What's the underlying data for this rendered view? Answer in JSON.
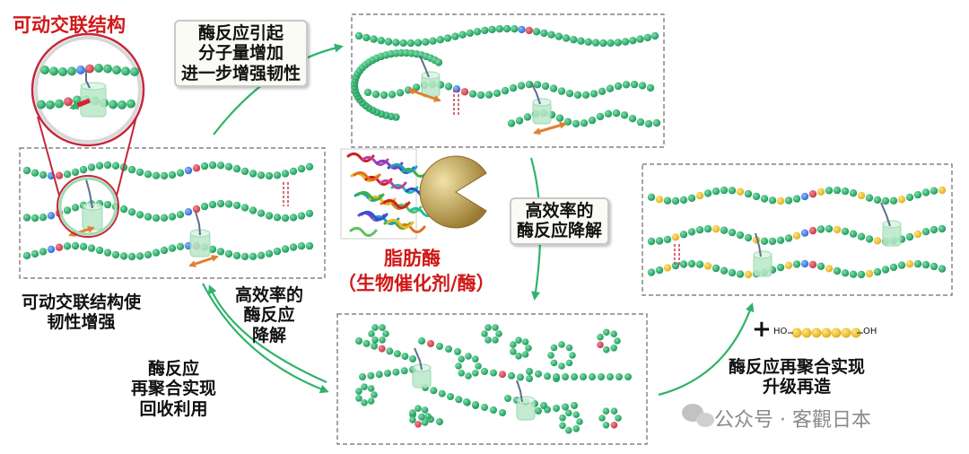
{
  "labels": {
    "movable_crosslink": "可动交联结构",
    "enzyme_raise": [
      "酶反应引起",
      "分子量增加",
      "进一步增强韧性"
    ],
    "toughness": [
      "可动交联结构使",
      "韧性增强"
    ],
    "efficient_right": [
      "高效率的",
      "酶反应降解"
    ],
    "efficient_left": [
      "高效率的",
      "酶反应",
      "降解"
    ],
    "lipase": "脂肪酶",
    "catalyst": "（生物催化剂/酶）",
    "recycle": [
      "酶反应",
      "再聚合实现",
      "回收利用"
    ],
    "upgrade": [
      "酶反应再聚合实现",
      "升级再造"
    ],
    "plus": "+",
    "monomer_ho": "HO",
    "monomer_oh": "OH",
    "watermark": "公众号 · 客觀日本"
  },
  "colors": {
    "bead_green": "#1f9a5e",
    "bead_blue": "#2f6fd0",
    "bead_red": "#c83a4a",
    "bead_yellow": "#e0b020",
    "arrow_green": "#2fb36a",
    "highlight_red": "#c4283a",
    "ring_green": "#9fdcb4",
    "double_arrow": "#e08030"
  }
}
